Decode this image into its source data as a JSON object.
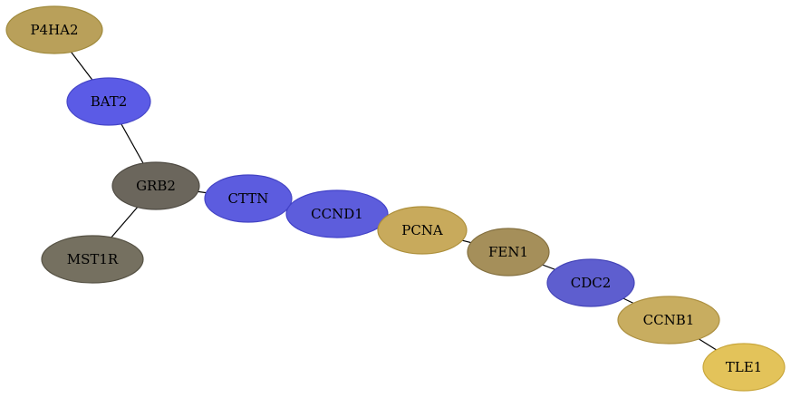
{
  "nodes": [
    {
      "id": "P4HA2",
      "label": "P4HA2",
      "color": "#b9a05a",
      "border": "#a08a3c"
    },
    {
      "id": "BAT2",
      "label": "BAT2",
      "color": "#5b5be6",
      "border": "#4646c8"
    },
    {
      "id": "GRB2",
      "label": "GRB2",
      "color": "#6b665c",
      "border": "#4f4b43"
    },
    {
      "id": "MST1R",
      "label": "MST1R",
      "color": "#757060",
      "border": "#565244"
    },
    {
      "id": "CTTN",
      "label": "CTTN",
      "color": "#5c5cdf",
      "border": "#4444c4"
    },
    {
      "id": "CCND1",
      "label": "CCND1",
      "color": "#5d5ddc",
      "border": "#4242c8"
    },
    {
      "id": "PCNA",
      "label": "PCNA",
      "color": "#c8aa5c",
      "border": "#ad8f3a"
    },
    {
      "id": "FEN1",
      "label": "FEN1",
      "color": "#a58f5a",
      "border": "#847040"
    },
    {
      "id": "CDC2",
      "label": "CDC2",
      "color": "#5e5ecf",
      "border": "#4545b8"
    },
    {
      "id": "CCNB1",
      "label": "CCNB1",
      "color": "#c8ad60",
      "border": "#ad9040"
    },
    {
      "id": "TLE1",
      "label": "TLE1",
      "color": "#e3c35a",
      "border": "#c9a73c"
    }
  ],
  "edges": [
    [
      "P4HA2",
      "BAT2"
    ],
    [
      "BAT2",
      "GRB2"
    ],
    [
      "GRB2",
      "MST1R"
    ],
    [
      "GRB2",
      "CTTN"
    ],
    [
      "CTTN",
      "CCND1"
    ],
    [
      "CCND1",
      "PCNA"
    ],
    [
      "PCNA",
      "FEN1"
    ],
    [
      "FEN1",
      "CDC2"
    ],
    [
      "CDC2",
      "CCNB1"
    ],
    [
      "CCNB1",
      "TLE1"
    ]
  ]
}
